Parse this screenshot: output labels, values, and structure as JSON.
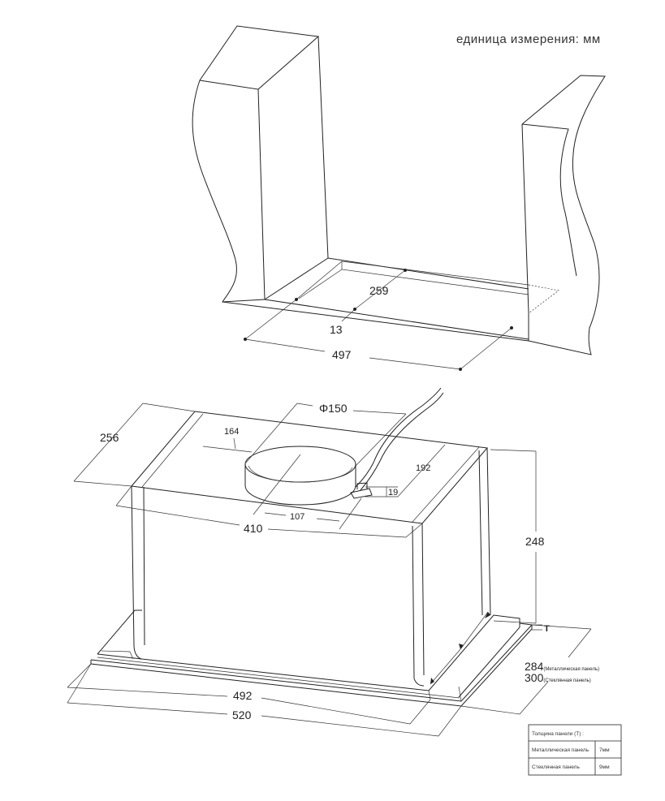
{
  "unit_note": "единица измерения: мм",
  "niche": {
    "dims": {
      "d259": "259",
      "d13": "13",
      "d497": "497"
    }
  },
  "hood": {
    "dims": {
      "d256": "256",
      "d150": "Φ150",
      "d164": "164",
      "d192": "192",
      "d19": "19",
      "d107": "107",
      "d410": "410",
      "d248": "248",
      "t_mark": "T",
      "d492": "492",
      "d520": "520"
    },
    "depth_labels": [
      {
        "value": "284",
        "note": "(Металлическая панель)"
      },
      {
        "value": "300",
        "note": "(Стеклянная панель)"
      }
    ]
  },
  "panel_table": {
    "header": "Толщина панели (T) :",
    "rows": [
      {
        "label": "Металлическая панель",
        "value": "7мм"
      },
      {
        "label": "Стеклянная панель",
        "value": "9мм"
      }
    ]
  }
}
